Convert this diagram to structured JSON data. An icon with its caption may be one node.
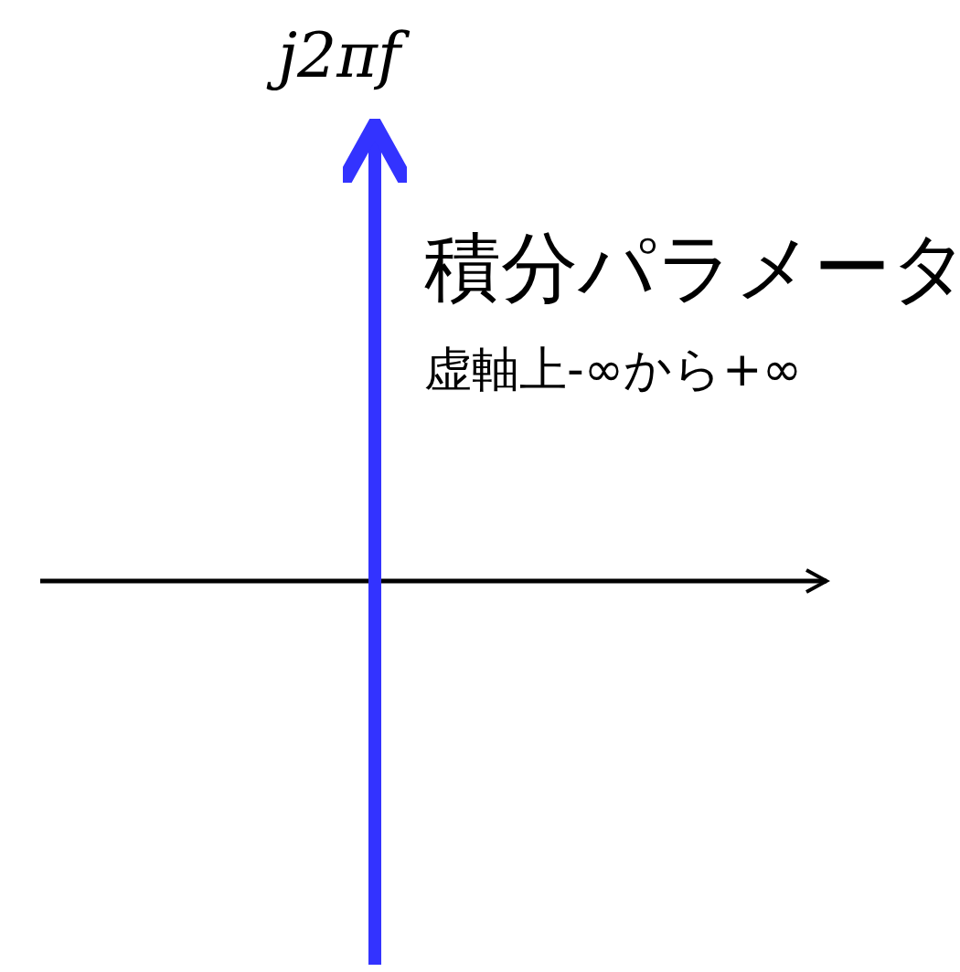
{
  "diagram": {
    "labels": [
      "j2πf",
      "積分パラメータ",
      "虚軸上-∞から+∞"
    ]
  }
}
